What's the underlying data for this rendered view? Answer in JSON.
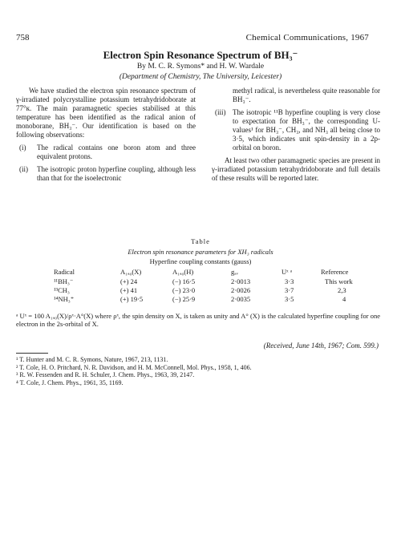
{
  "header": {
    "page_number": "758",
    "journal": "Chemical Communications, 1967"
  },
  "article": {
    "title": "Electron Spin Resonance Spectrum of BH₃⁻",
    "authors": "By M. C. R. Symons* and H. W. Wardale",
    "affiliation": "(Department of Chemistry, The University, Leicester)"
  },
  "body": {
    "intro": "We have studied the electron spin resonance spectrum of γ-irradiated polycrystalline potassium tetrahydridoborate at 77°к. The main paramagnetic species stabilised at this temperature has been identified as the radical anion of monoborane, BH₃⁻. Our identification is based on the following observations:",
    "obs1_num": "(i)",
    "obs1": "The radical contains one boron atom and three equivalent protons.",
    "obs2_num": "(ii)",
    "obs2": "The isotropic proton hyperfine coupling, although less than that for the isoelectronic",
    "obs2_cont": "methyl radical, is nevertheless quite reasonable for BH₃⁻.",
    "obs3_num": "(iii)",
    "obs3": "The isotropic ¹¹B hyperfine coupling is very close to expectation for BH₃⁻, the corresponding U-values¹ for BH₃⁻, CH₃, and NH₃ all being close to 3·5, which indicates unit spin-density in a 2p-orbital on boron.",
    "closing": "At least two other paramagnetic species are present in γ-irradiated potassium tetrahydridoborate and full details of these results will be reported later."
  },
  "table": {
    "caption": "Table",
    "subtitle": "Electron spin resonance parameters for XH₃ radicals",
    "group_header": "Hyperfine coupling constants (gauss)",
    "headers": [
      "Radical",
      "A₁ₐ₀(X)",
      "A₁ₐ₀(H)",
      "gₐᵥ",
      "Uˣ ᵃ",
      "Reference"
    ],
    "rows": [
      [
        "¹¹BH₃⁻",
        "(+) 24",
        "(−) 16·5",
        "2·0013",
        "3·3",
        "This work"
      ],
      [
        "¹³CH₃",
        "(+) 41",
        "(−) 23·0",
        "2·0026",
        "3·7",
        "2,3"
      ],
      [
        "¹⁴NH₃⁺",
        "(+) 19·5",
        "(−) 25·9",
        "2·0035",
        "3·5",
        "4"
      ]
    ],
    "footnote": "ᵃ Uˣ = 100 A₁ₐ₀(X)/ρˣ·A°(X) where ρˣ, the spin density on X, is taken as unity and A° (X) is the calculated hyperfine coupling for one electron in the 2s-orbital of X."
  },
  "received": "(Received, June 14th, 1967; Com. 599.)",
  "references": [
    "¹ T. Hunter and M. C. R. Symons, Nature, 1967, 213, 1131.",
    "² T. Cole, H. O. Pritchard, N. R. Davidson, and H. M. McConnell, Mol. Phys., 1958, 1, 406.",
    "³ R. W. Fessenden and R. H. Schuler, J. Chem. Phys., 1963, 39, 2147.",
    "⁴ T. Cole, J. Chem. Phys., 1961, 35, 1169."
  ]
}
